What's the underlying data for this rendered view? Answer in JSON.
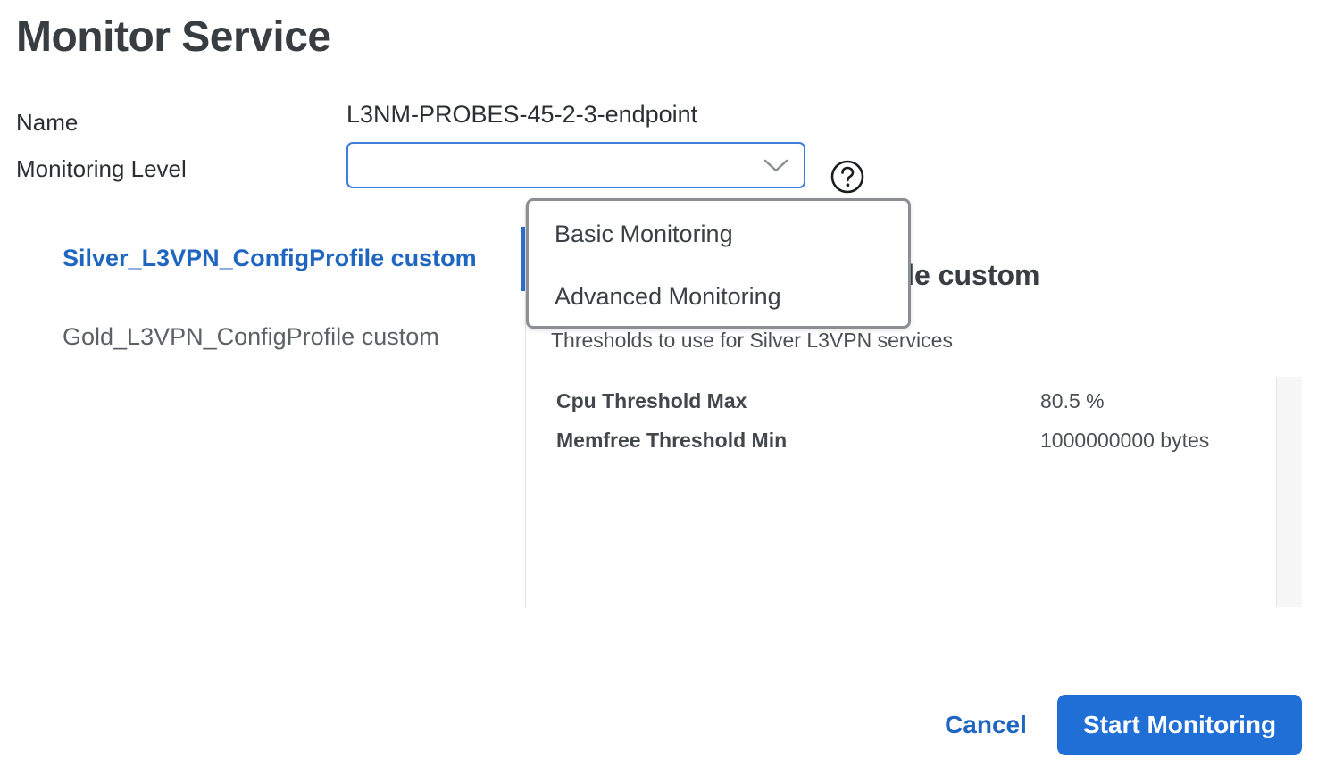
{
  "dialog": {
    "title": "Monitor Service"
  },
  "form": {
    "name_label": "Name",
    "name_value": "L3NM-PROBES-45-2-3-endpoint",
    "level_label": "Monitoring Level",
    "level_value": "",
    "level_options": [
      "Basic Monitoring",
      "Advanced Monitoring"
    ]
  },
  "profiles": [
    {
      "label": "Silver_L3VPN_ConfigProfile custom",
      "selected": true
    },
    {
      "label": "Gold_L3VPN_ConfigProfile custom",
      "selected": false
    }
  ],
  "detail": {
    "title": "Silver_L3VPN_ConfigProfile custom",
    "description": "Thresholds to use for Silver L3VPN services",
    "thresholds": [
      {
        "key": "Cpu Threshold Max",
        "value": "80.5 %"
      },
      {
        "key": "Memfree Threshold Min",
        "value": "1000000000 bytes"
      }
    ]
  },
  "footer": {
    "cancel_label": "Cancel",
    "start_label": "Start Monitoring"
  },
  "icons": {
    "dropdown": "chevron-down-icon",
    "help": "question-circle-icon"
  },
  "colors": {
    "accent": "#1f6fd6",
    "link": "#1f66c1",
    "focus_border": "#3b7dd8"
  }
}
